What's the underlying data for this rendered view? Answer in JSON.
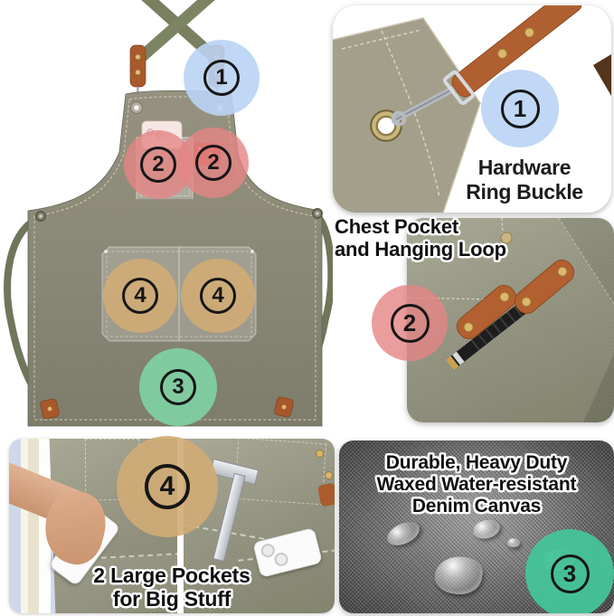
{
  "badges": {
    "one": {
      "number": "1",
      "fill": "rgba(185,211,244,0.90)"
    },
    "two": {
      "number": "2",
      "fill": "rgba(229,133,133,0.80)"
    },
    "three_apron": {
      "number": "3",
      "fill": "rgba(127,207,162,0.95)"
    },
    "three_card": {
      "number": "3",
      "fill": "rgba(69,196,154,0.95)"
    },
    "four": {
      "number": "4",
      "fill": "rgba(208,172,117,0.90)"
    }
  },
  "hardware_feature": {
    "title_line1": "Hardware",
    "title_line2": "Ring Buckle"
  },
  "chest_pocket_feature": {
    "title_line1": "Chest Pocket",
    "title_line2": "and Hanging Loop"
  },
  "large_pockets_feature": {
    "caption_line1": "2 Large Pockets",
    "caption_line2": "for Big Stuff"
  },
  "canvas_feature": {
    "title_line1": "Durable, Heavy Duty",
    "title_line2": "Waxed Water-resistant",
    "title_line3": "Denim Canvas"
  }
}
